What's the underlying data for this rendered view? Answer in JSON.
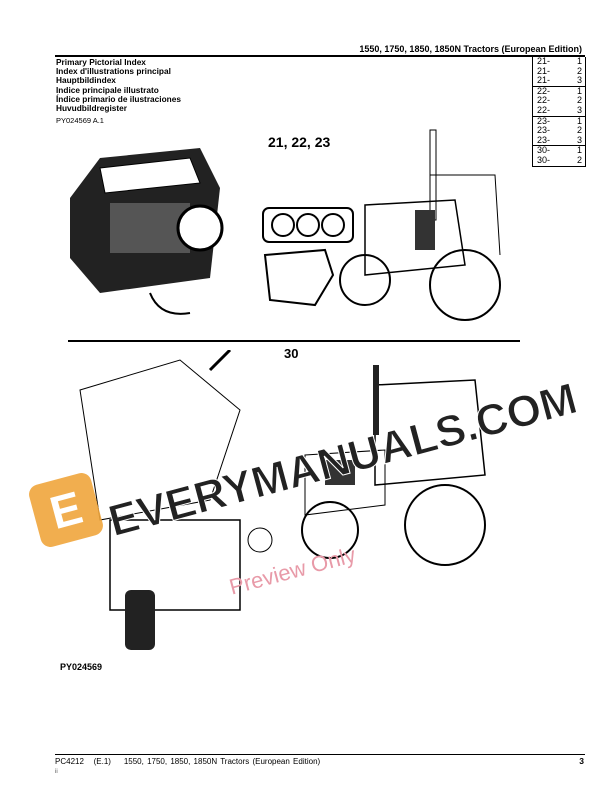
{
  "header": {
    "title": "1550, 1750, 1850, 1850N Tractors (European Edition)"
  },
  "index_titles": [
    "Primary Pictorial Index",
    "Index d'illustrations principal",
    "Hauptbildindex",
    "Indice principale illustrato",
    "Índice primario de ilustraciones",
    "Huvudbildregister"
  ],
  "figure_ref": "PY024569 A.1",
  "index_table": [
    [
      {
        "group": "21-",
        "page": "1"
      },
      {
        "group": "21-",
        "page": "2"
      },
      {
        "group": "21-",
        "page": "3"
      }
    ],
    [
      {
        "group": "22-",
        "page": "1"
      },
      {
        "group": "22-",
        "page": "2"
      },
      {
        "group": "22-",
        "page": "3"
      }
    ],
    [
      {
        "group": "23-",
        "page": "1"
      },
      {
        "group": "23-",
        "page": "2"
      },
      {
        "group": "23-",
        "page": "3"
      }
    ],
    [
      {
        "group": "30-",
        "page": "1"
      },
      {
        "group": "30-",
        "page": "2"
      }
    ]
  ],
  "illustration": {
    "label_top": "21, 22, 23",
    "label_bottom": "30",
    "image_id": "PY024569"
  },
  "watermark": {
    "text": "EVERYMANUALS.COM",
    "logo_letter": "E",
    "preview": "Preview Only",
    "logo_color": "#f0a63c"
  },
  "footer": {
    "doc": "PC4212",
    "edition": "(E.1)",
    "title": "1550, 1750, 1850, 1850N Tractors (European Edition)",
    "page": "3",
    "sub": "ii"
  }
}
